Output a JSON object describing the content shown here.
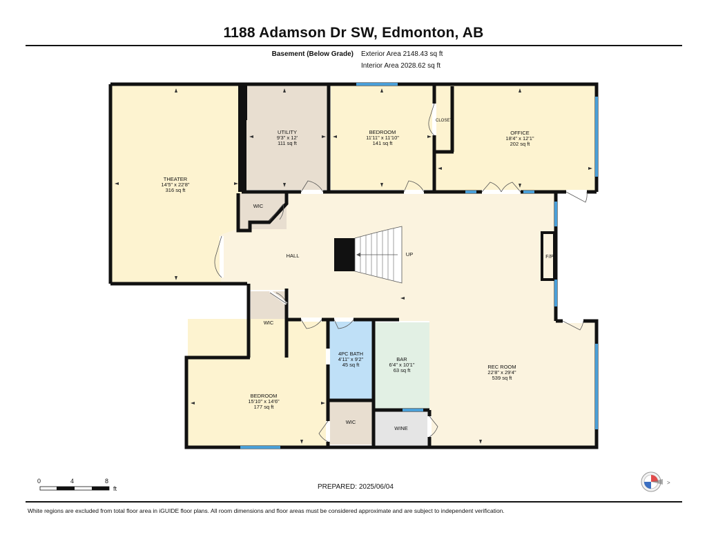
{
  "header": {
    "address": "1188 Adamson Dr SW, Edmonton, AB",
    "level_label": "Basement (Below Grade)",
    "exterior_area": "Exterior Area 2148.43 sq ft",
    "interior_area": "Interior Area 2028.62 sq ft"
  },
  "rooms": {
    "theater": {
      "name": "THEATER",
      "dims": "14'5\" x 22'8\"",
      "area": "316 sq ft"
    },
    "utility": {
      "name": "UTILITY",
      "dims": "9'3\" x 12'",
      "area": "111 sq ft"
    },
    "bedroom_top": {
      "name": "BEDROOM",
      "dims": "11'11\" x 11'10\"",
      "area": "141 sq ft"
    },
    "closet": {
      "name": "CLOSET"
    },
    "office": {
      "name": "OFFICE",
      "dims": "18'4\" x 12'1\"",
      "area": "202 sq ft"
    },
    "wic_upper": {
      "name": "WIC"
    },
    "hall": {
      "name": "HALL"
    },
    "stairs": {
      "name": "UP"
    },
    "fireplace": {
      "name": "F/P"
    },
    "wic_mid": {
      "name": "WIC"
    },
    "bath": {
      "name": "4PC BATH",
      "dims": "4'11\" x 9'2\"",
      "area": "45 sq ft"
    },
    "bar": {
      "name": "BAR",
      "dims": "6'4\" x 10'1\"",
      "area": "63 sq ft"
    },
    "rec_room": {
      "name": "REC ROOM",
      "dims": "22'8\" x 29'4\"",
      "area": "539 sq ft"
    },
    "bedroom_bottom": {
      "name": "BEDROOM",
      "dims": "15'10\" x 14'6\"",
      "area": "177 sq ft"
    },
    "wic_lower": {
      "name": "WIC"
    },
    "wine": {
      "name": "WINE"
    }
  },
  "scale": {
    "marks": [
      "0",
      "4",
      "8"
    ],
    "unit": "ft"
  },
  "footer": {
    "prepared": "PREPARED: 2025/06/04",
    "disclaimer": "White regions are excluded from total floor area in iGUIDE floor plans. All room dimensions and floor areas must be considered approximate and are subject to independent verification."
  },
  "colors": {
    "wall": "#111111",
    "room_yellow": "#fdf3d0",
    "room_cream": "#fbf3df",
    "room_beige": "#e8ded0",
    "room_blue": "#bfe0f7",
    "room_green": "#e2f0e4",
    "room_gray": "#e5e5e5",
    "window": "#4a9fd8"
  },
  "icons": [
    "compass-icon"
  ]
}
